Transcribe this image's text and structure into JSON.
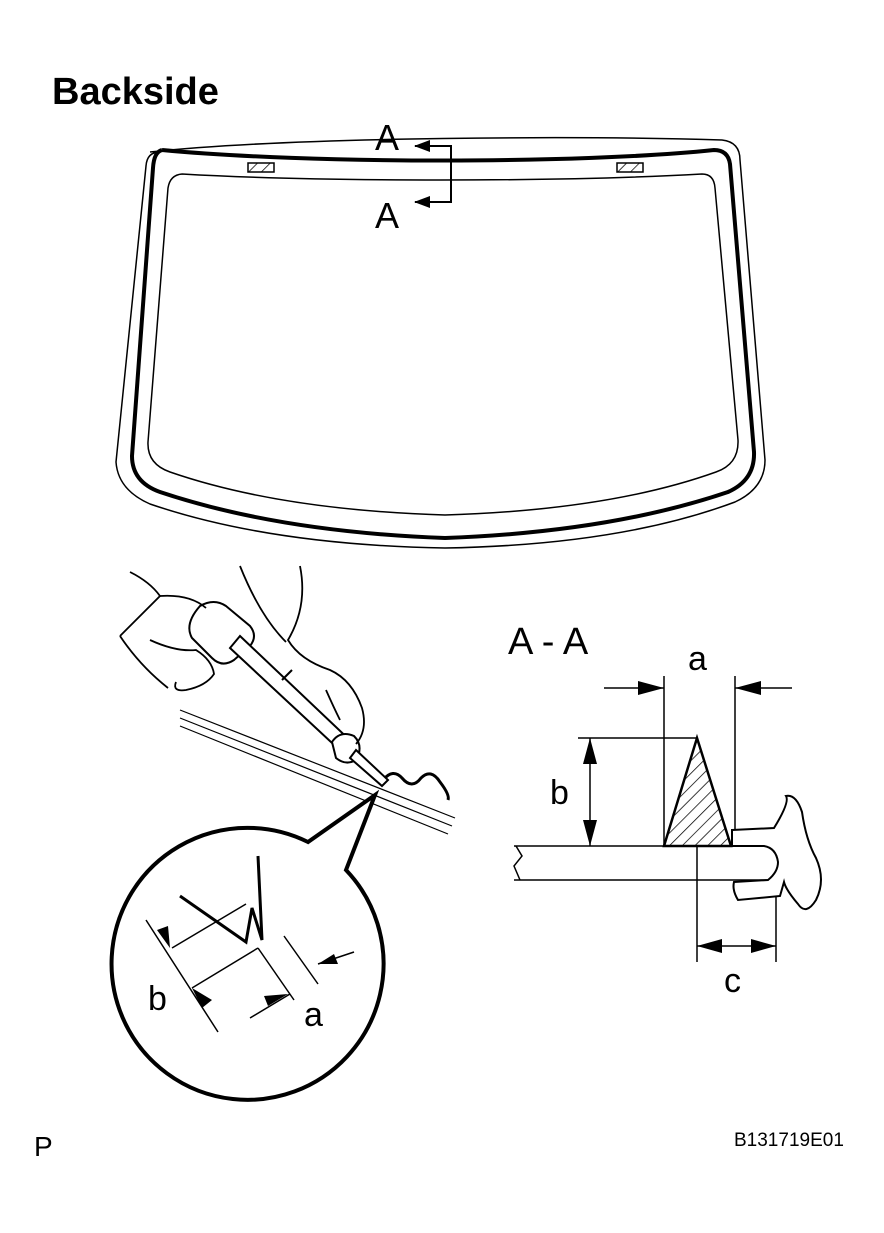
{
  "heading": "Backside",
  "section_marker": "A",
  "section_title": "A - A",
  "dimensions": {
    "a": "a",
    "b": "b",
    "c": "c"
  },
  "footer": {
    "left_code": "P",
    "figure_id": "B131719E01"
  }
}
